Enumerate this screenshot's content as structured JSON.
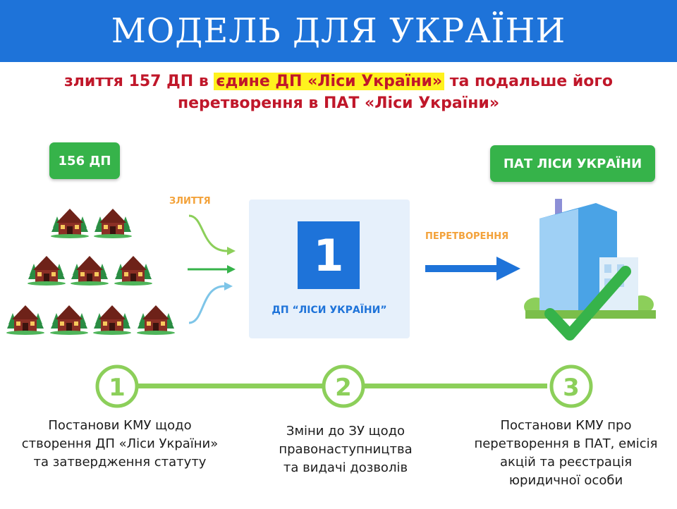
{
  "banner": {
    "title": "МОДЕЛЬ ДЛЯ УКРАЇНИ"
  },
  "subtitle": {
    "part1": "злиття 157 ДП в ",
    "highlight": "єдине ДП «Ліси України»",
    "part2": " та подальше його",
    "line2": "перетворення в ПАТ «Ліси України»"
  },
  "left_tag": "156 ДП",
  "right_tag": "ПАТ ЛІСИ УКРАЇНИ",
  "merge_label": "ЗЛИТТЯ",
  "transform_label": "ПЕРЕТВОРЕННЯ",
  "center": {
    "number": "1",
    "label": "ДП “ЛІСИ УКРАЇНИ”"
  },
  "steps": [
    {
      "number": "1",
      "lines": [
        "Постанови КМУ щодо",
        "створення ДП «Ліси України»",
        "та затвердження статуту"
      ]
    },
    {
      "number": "2",
      "lines": [
        "Зміни до ЗУ щодо",
        "правонаступництва",
        "та видачі дозволів"
      ]
    },
    {
      "number": "3",
      "lines": [
        "Постанови КМУ про",
        "перетворення в ПАТ, емісія",
        "акцій та реєстрація",
        "юридичної особи"
      ]
    }
  ],
  "colors": {
    "blue": "#1e73d9",
    "green": "#36b34a",
    "red": "#c0172a",
    "orange": "#f3a23a",
    "light_green": "#8ccf5a"
  },
  "icons": [
    "forest-cabin-icon",
    "office-building-icon",
    "checkmark-icon",
    "arrow-icon"
  ]
}
